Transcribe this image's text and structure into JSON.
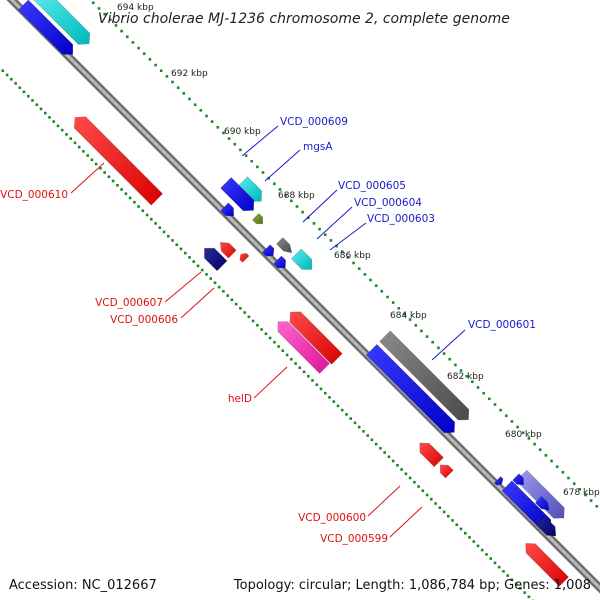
{
  "title": "Vibrio cholerae MJ-1236 chromosome 2, complete genome",
  "footer": {
    "accession": "Accession: NC_012667",
    "summary": "Topology: circular; Length: 1,086,784 bp; Genes: 1,008"
  },
  "colors": {
    "backbone": "#808080",
    "ticks": "#1a8c1a",
    "forward_label": "#1a1acc",
    "reverse_label": "#dd1111"
  },
  "scale_labels": [
    "694 kbp",
    "692 kbp",
    "690 kbp",
    "688 kbp",
    "686 kbp",
    "684 kbp",
    "682 kbp",
    "680 kbp",
    "678 kbp"
  ],
  "features": [
    {
      "label": "VCD_000609",
      "strand": "forward"
    },
    {
      "label": "mgsA",
      "strand": "forward"
    },
    {
      "label": "VCD_000605",
      "strand": "forward"
    },
    {
      "label": "VCD_000604",
      "strand": "forward"
    },
    {
      "label": "VCD_000603",
      "strand": "forward"
    },
    {
      "label": "VCD_000601",
      "strand": "forward"
    },
    {
      "label": "VCD_000610",
      "strand": "reverse"
    },
    {
      "label": "VCD_000607",
      "strand": "reverse"
    },
    {
      "label": "VCD_000606",
      "strand": "reverse"
    },
    {
      "label": "helD",
      "strand": "reverse"
    },
    {
      "label": "VCD_000600",
      "strand": "reverse"
    },
    {
      "label": "VCD_000599",
      "strand": "reverse"
    }
  ]
}
